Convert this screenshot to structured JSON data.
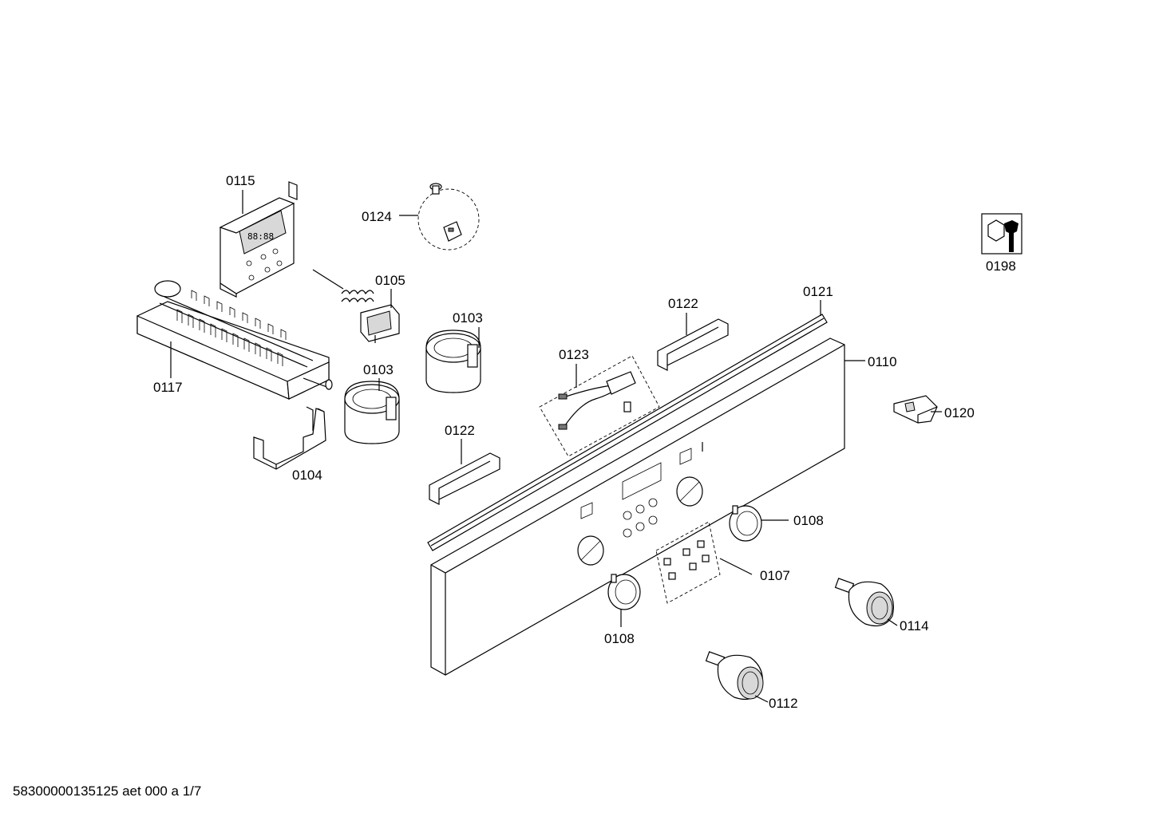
{
  "labels": {
    "p0115": "0115",
    "p0124": "0124",
    "p0105": "0105",
    "p0103a": "0103",
    "p0103b": "0103",
    "p0117": "0117",
    "p0104": "0104",
    "p0122a": "0122",
    "p0122b": "0122",
    "p0123": "0123",
    "p0121": "0121",
    "p0110": "0110",
    "p0120": "0120",
    "p0198": "0198",
    "p0108a": "0108",
    "p0108b": "0108",
    "p0107": "0107",
    "p0114": "0114",
    "p0112": "0112"
  },
  "footer": "58300000135125 aet 000 a 1/7",
  "icons": {
    "service": "wrench-bolt-icon"
  }
}
